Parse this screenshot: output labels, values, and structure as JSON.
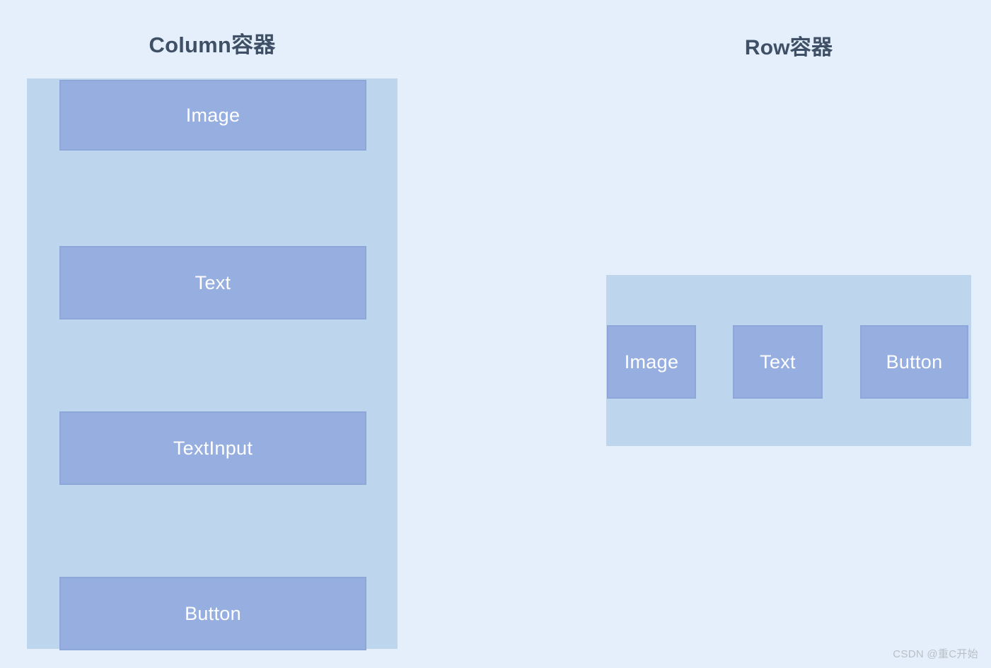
{
  "page": {
    "background_color": "#e4effb",
    "watermark": "CSDN @重C开始"
  },
  "palette": {
    "page_background": "#e4effb",
    "container_fill": "#bdd6ee",
    "element_fill": "#96aee0",
    "element_border": "#8ea7d9",
    "element_label": "#ffffff",
    "title_color": "#3e4f66",
    "watermark_color": "#b9bfc6"
  },
  "column_section": {
    "title": "Column容器",
    "items": [
      {
        "label": "Image"
      },
      {
        "label": "Text"
      },
      {
        "label": "TextInput"
      },
      {
        "label": "Button"
      }
    ]
  },
  "row_section": {
    "title": "Row容器",
    "items": [
      {
        "label": "Image"
      },
      {
        "label": "Text"
      },
      {
        "label": "Button"
      }
    ]
  }
}
